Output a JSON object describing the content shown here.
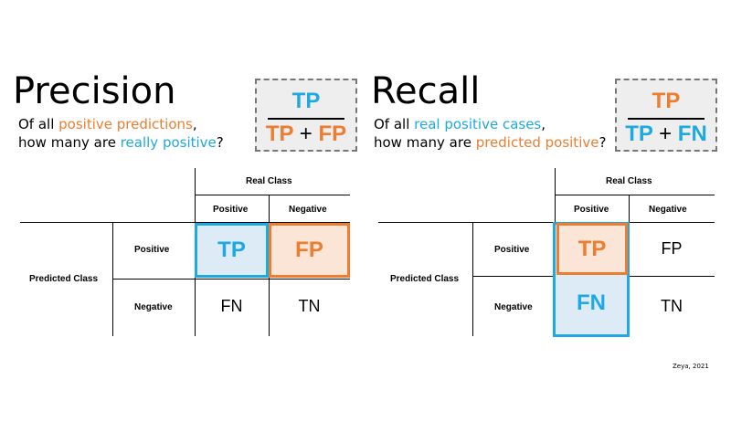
{
  "colors": {
    "orange": "#ED7D31",
    "blue": "#1FA9E1",
    "blue_fill": "#DDEBF7",
    "orange_fill": "#FBE5D6",
    "formula_bg": "#EEEEEE"
  },
  "precision": {
    "title": "Precision",
    "line1_pre": "Of all ",
    "line1_highlight": "positive predictions",
    "line1_post": ",",
    "line2_pre": "how many are ",
    "line2_highlight": "really positive",
    "line2_post": "?",
    "formula": {
      "numerator": "TP",
      "den_a": "TP",
      "plus": "+",
      "den_b": "FP"
    },
    "matrix": {
      "real_class": "Real Class",
      "col_positive": "Positive",
      "col_negative": "Negative",
      "predicted_class": "Predicted Class",
      "row_positive": "Positive",
      "row_negative": "Negative",
      "tp": "TP",
      "fp": "FP",
      "fn": "FN",
      "tn": "TN"
    }
  },
  "recall": {
    "title": "Recall",
    "line1_pre": "Of all ",
    "line1_highlight": "real positive cases",
    "line1_post": ",",
    "line2_pre": "how many are ",
    "line2_highlight": "predicted positive",
    "line2_post": "?",
    "formula": {
      "numerator": "TP",
      "den_a": "TP",
      "plus": "+",
      "den_b": "FN"
    },
    "matrix": {
      "real_class": "Real Class",
      "col_positive": "Positive",
      "col_negative": "Negative",
      "predicted_class": "Predicted Class",
      "row_positive": "Positive",
      "row_negative": "Negative",
      "tp": "TP",
      "fp": "FP",
      "fn": "FN",
      "tn": "TN"
    }
  },
  "credit": "Zeya, 2021"
}
